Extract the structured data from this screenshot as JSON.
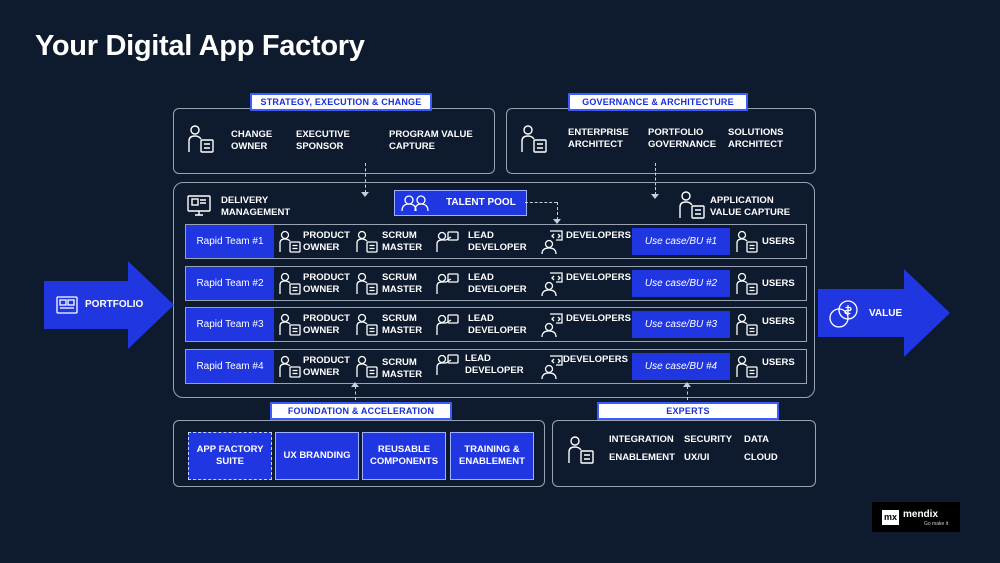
{
  "title": "Your Digital App Factory",
  "colors": {
    "background": "#0e1a2e",
    "accent": "#1f36e0",
    "tag_text": "#1a2fd6"
  },
  "strategy": {
    "tag": "STRATEGY, EXECUTION & CHANGE",
    "roles": [
      "CHANGE\nOWNER",
      "EXECUTIVE\nSPONSOR",
      "PROGRAM VALUE\nCAPTURE"
    ]
  },
  "governance": {
    "tag": "GOVERNANCE & ARCHITECTURE",
    "roles": [
      "ENTERPRISE\nARCHITECT",
      "PORTFOLIO\nGOVERNANCE",
      "SOLUTIONS\nARCHITECT"
    ]
  },
  "delivery": {
    "management": "DELIVERY\nMANAGEMENT",
    "talent_pool": "TALENT POOL",
    "value_capture": "APPLICATION\nVALUE CAPTURE"
  },
  "rows": [
    {
      "team": "Rapid Team #1",
      "use_case": "Use case/BU #1"
    },
    {
      "team": "Rapid Team #2",
      "use_case": "Use case/BU #2"
    },
    {
      "team": "Rapid Team #3",
      "use_case": "Use case/BU #3"
    },
    {
      "team": "Rapid Team #4",
      "use_case": "Use case/BU #4"
    }
  ],
  "row_roles": {
    "product_owner": "PRODUCT\nOWNER",
    "scrum_master": "SCRUM\nMASTER",
    "lead_developer": "LEAD\nDEVELOPER",
    "developers": "DEVELOPERS",
    "users": "USERS"
  },
  "portfolio": "PORTFOLIO",
  "value": "VALUE",
  "foundation": {
    "tag": "FOUNDATION & ACCELERATION",
    "items": [
      "APP FACTORY\nSUITE",
      "UX BRANDING",
      "REUSABLE\nCOMPONENTS",
      "TRAINING &\nENABLEMENT"
    ]
  },
  "experts": {
    "tag": "EXPERTS",
    "items": [
      "INTEGRATION",
      "SECURITY",
      "DATA",
      "ENABLEMENT",
      "UX/UI",
      "CLOUD"
    ]
  },
  "logo": {
    "mark": "mx",
    "name": "mendix",
    "tagline": "Go make it"
  }
}
